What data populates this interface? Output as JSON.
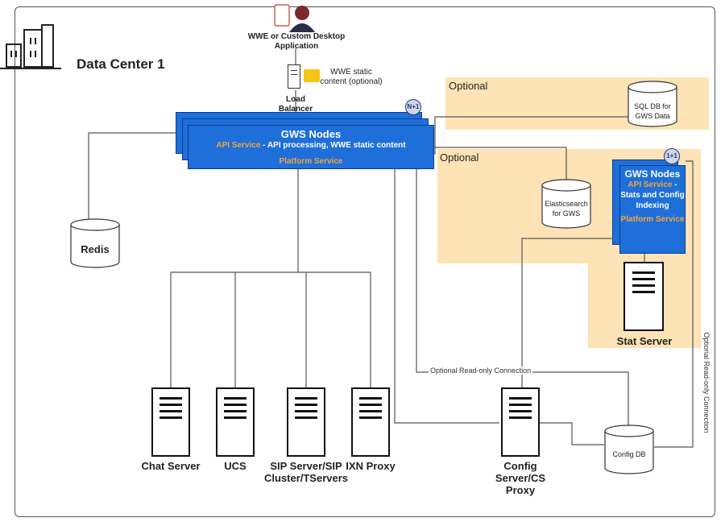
{
  "data_center": {
    "title": "Data Center 1"
  },
  "client": {
    "label": "WWE or Custom Desktop Application"
  },
  "load_balancer": {
    "label": "Load Balancer"
  },
  "static_content": {
    "label": "WWE static content (optional)"
  },
  "optional_zone_1": {
    "label": "Optional",
    "db_label": "SQL DB for GWS Data"
  },
  "optional_zone_2": {
    "label": "Optional",
    "db_label": "Elasticsearch for GWS"
  },
  "gws_main": {
    "badge": "N+1",
    "title": "GWS Nodes",
    "api_service": "API Service",
    "api_desc": " - API processing, WWE static content",
    "platform": "Platform Service"
  },
  "gws_stats": {
    "badge": "1+1",
    "title": "GWS Nodes",
    "api_service": "API Service",
    "api_desc": " - Stats and Config Indexing",
    "platform": "Platform Service"
  },
  "redis": {
    "label": "Redis"
  },
  "stat_server": {
    "label": "Stat Server"
  },
  "servers": [
    {
      "label": "Chat Server"
    },
    {
      "label": "UCS"
    },
    {
      "label": "SIP Server/SIP Cluster/TServers"
    },
    {
      "label": "IXN Proxy"
    },
    {
      "label": "Config Server/CS Proxy"
    }
  ],
  "config_db": {
    "label": "Config DB"
  },
  "connections": {
    "optional_readonly_h": "Optional Read-only Connection",
    "optional_readonly_v": "Optional Read-only Connection"
  }
}
